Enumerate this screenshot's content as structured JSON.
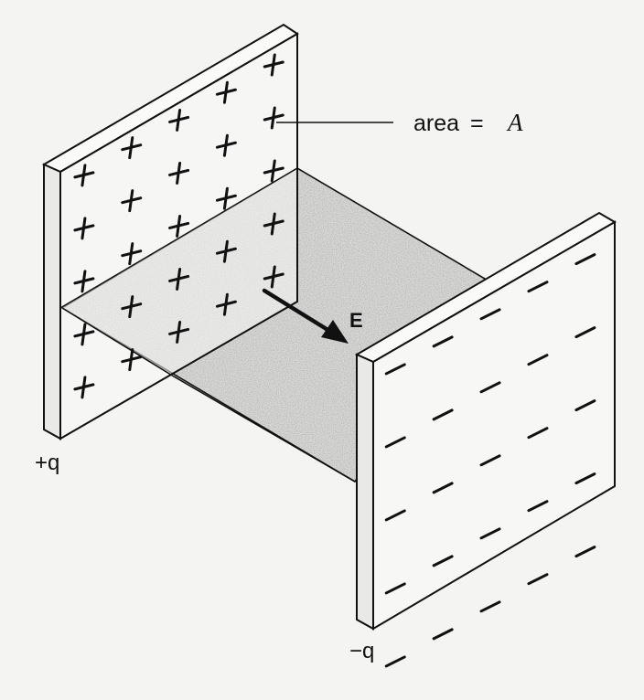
{
  "labels": {
    "area": "area",
    "equals": "=",
    "area_symbol": "A",
    "field": "E",
    "positive_charge": "+q",
    "negative_charge": "−q"
  },
  "colors": {
    "background": "#f4f4f2",
    "ink": "#111111",
    "plate_face": "#f7f7f5",
    "shading": "#b9b9b9"
  },
  "icons": {
    "positive_sign": "plus-sign",
    "negative_sign": "minus-sign",
    "field_arrow": "arrow"
  }
}
